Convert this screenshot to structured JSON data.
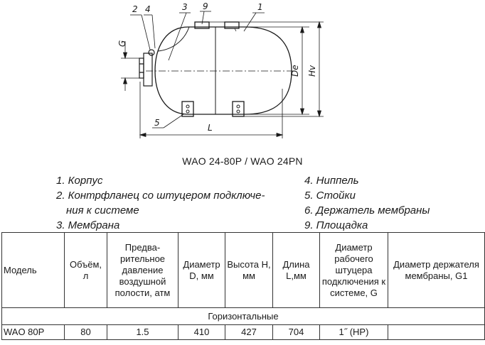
{
  "drawing": {
    "callouts": [
      "2",
      "4",
      "3",
      "9",
      "1",
      "5"
    ],
    "dims": {
      "g": "G",
      "de": "De",
      "hv": "Hv",
      "l": "L"
    }
  },
  "caption": "WAO 24-80P / WAO 24PN",
  "legend_left": [
    "1. Корпус",
    "2. Контрфланец со штуцером подключе-",
    "ния к системе",
    "3. Мембрана"
  ],
  "legend_right": [
    "4. Ниппель",
    "5. Стойки",
    "6. Держатель мембраны",
    "9. Площадка"
  ],
  "table": {
    "headers": [
      "Модель",
      "Объём, л",
      "Предва-ритель­ное давление воздушной полости, атм",
      "Диаметр D, мм",
      "Высота H, мм",
      "Длина L,мм",
      "Диаметр рабочего штуцера подключения к системе, G",
      "Диаметр держателя мембраны, G1"
    ],
    "group": "Горизонтальные",
    "rows": [
      [
        "WAO 80P",
        "80",
        "1.5",
        "410",
        "427",
        "704",
        "1˝ (НР)",
        ""
      ]
    ]
  }
}
